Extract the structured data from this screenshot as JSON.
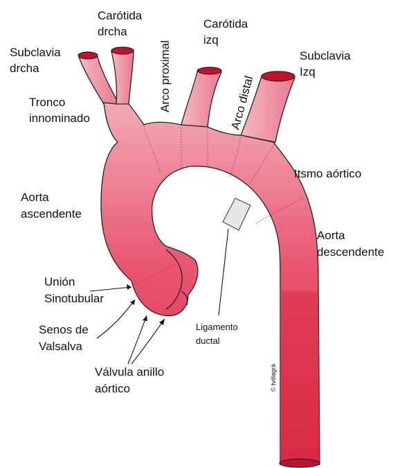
{
  "labels": {
    "subclavia_drcha": [
      "Subclavia",
      "drcha"
    ],
    "carotida_drcha": [
      "Carótida",
      "drcha"
    ],
    "carotida_izq": [
      "Carótida",
      "izq"
    ],
    "subclavia_izq": [
      "Subclavia",
      "Izq"
    ],
    "tronco_innominado": [
      "Tronco",
      "innominado"
    ],
    "arco_proximal": "Arco proximal",
    "arco_distal": "Arco distal",
    "itsmo_aortico": "Itsmo aórtico",
    "aorta_ascendente": [
      "Aorta",
      "ascendente"
    ],
    "aorta_descendente": [
      "Aorta",
      "descendente"
    ],
    "union_sinotubular": [
      "Unión",
      "Sinotubular"
    ],
    "senos_valsalva": [
      "Senos de",
      "Valsalva"
    ],
    "valvula_anillo": [
      "Válvula anillo",
      "aórtico"
    ],
    "ligamento_ductal": [
      "Ligamento",
      "ductal"
    ],
    "copyright": "© tvillagrá"
  },
  "colors": {
    "aorta_light": "#f2aab6",
    "aorta_mid": "#e8576f",
    "aorta_dark": "#d9263f",
    "lumen": "#c8102e",
    "outline": "#222222",
    "ligament": "#e6e6e6"
  }
}
